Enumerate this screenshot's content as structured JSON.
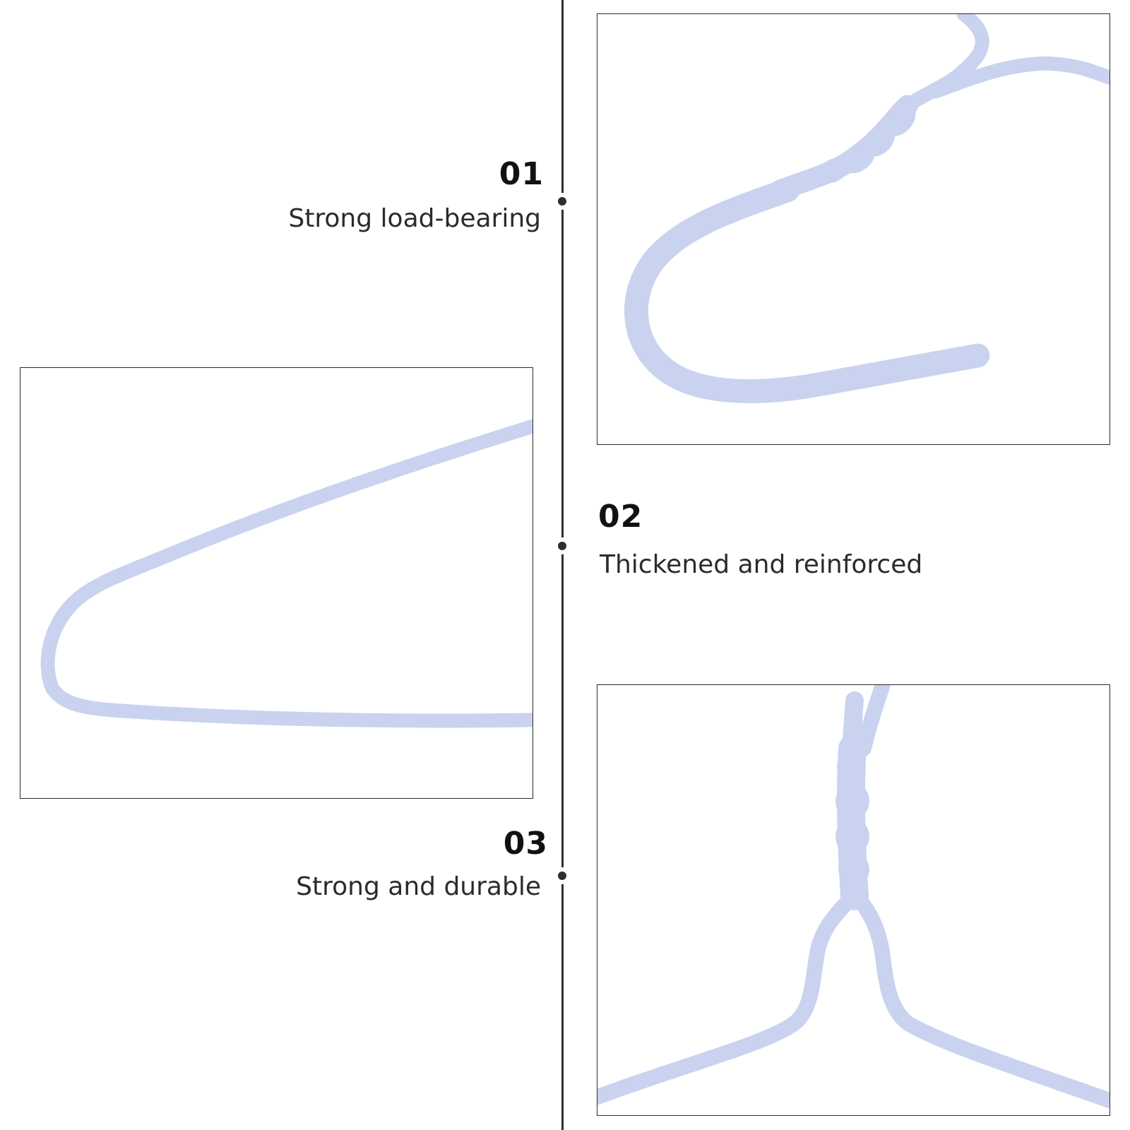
{
  "features": [
    {
      "number": "01",
      "label": "Strong load-bearing"
    },
    {
      "number": "02",
      "label": "Thickened and reinforced"
    },
    {
      "number": "03",
      "label": "Strong and durable"
    }
  ],
  "colors": {
    "wire": "#c9d3ef",
    "wire_shadow": "#b3c0e6",
    "line": "#2e2e2e"
  },
  "images": [
    {
      "icon": "hanger-hook-closeup"
    },
    {
      "icon": "hanger-corner-closeup"
    },
    {
      "icon": "hanger-twist-closeup"
    }
  ]
}
